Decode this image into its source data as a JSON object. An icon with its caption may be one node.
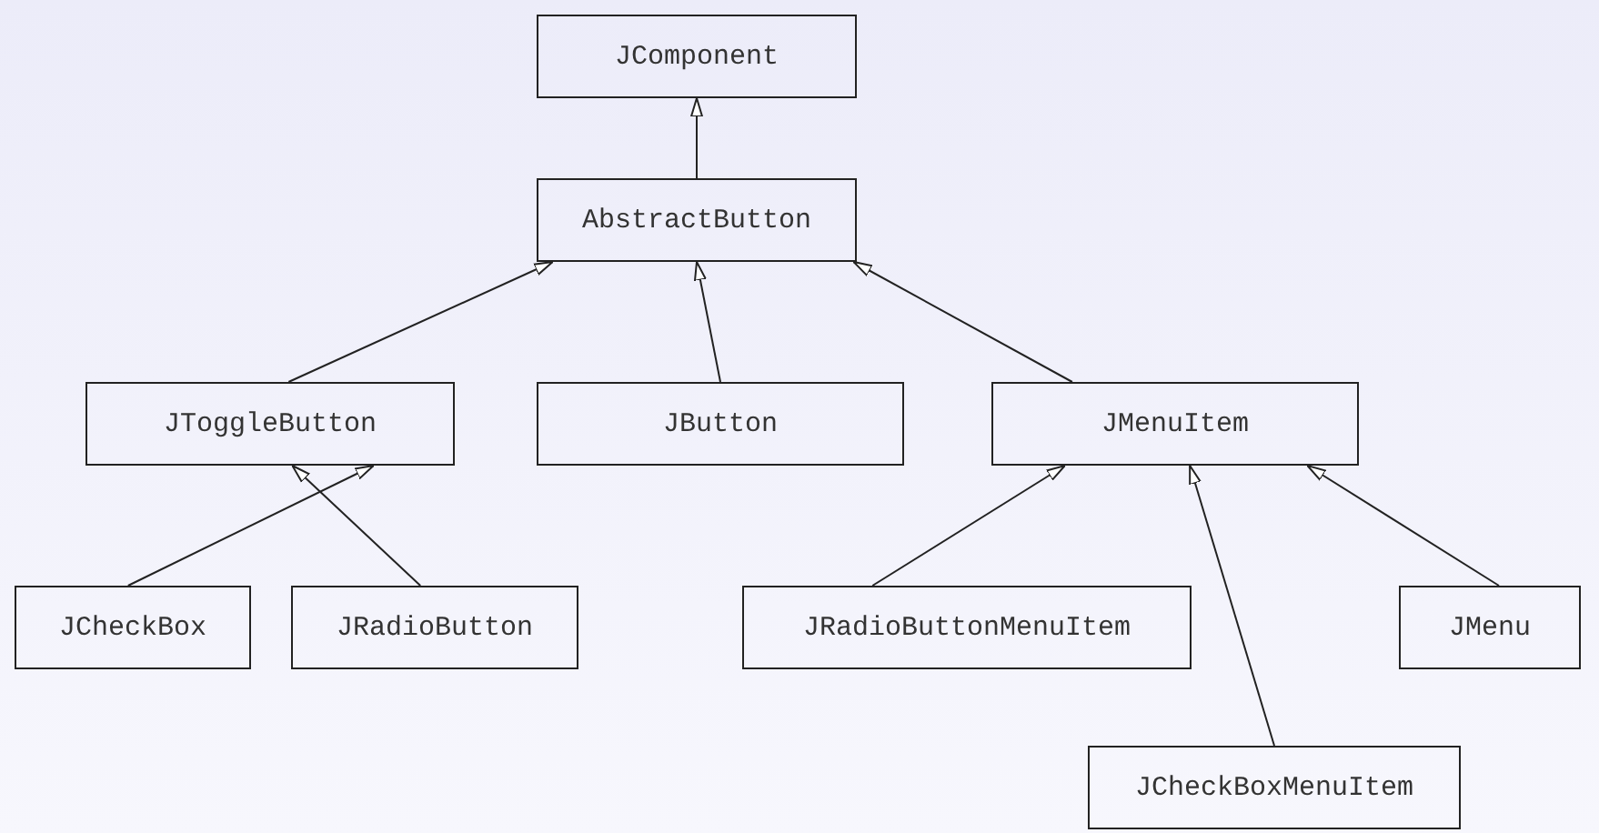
{
  "diagram": {
    "nodes": [
      {
        "text": [
          "JComponent"
        ]
      },
      {
        "text": [
          "AbstractButton"
        ]
      },
      {
        "text": [
          "JToggleButton"
        ]
      },
      {
        "text": [
          "JButton"
        ]
      },
      {
        "text": [
          "JMenuItem"
        ]
      },
      {
        "text": [
          "JCheckBox"
        ]
      },
      {
        "text": [
          "JRadioButton"
        ]
      },
      {
        "text": [
          "JRadioButtonMenuItem"
        ]
      },
      {
        "text": [
          "JMenu"
        ]
      },
      {
        "text": [
          "JCheckBoxMenuItem"
        ]
      }
    ],
    "edges": [
      {
        "from": 1,
        "to": 0,
        "arrow": "to"
      },
      {
        "from": 2,
        "to": 1,
        "arrow": "to"
      },
      {
        "from": 3,
        "to": 1,
        "arrow": "to"
      },
      {
        "from": 4,
        "to": 1,
        "arrow": "to"
      },
      {
        "from": 5,
        "to": 2,
        "arrow": "to"
      },
      {
        "from": 6,
        "to": 2,
        "arrow": "to"
      },
      {
        "from": 7,
        "to": 4,
        "arrow": "to"
      },
      {
        "from": 9,
        "to": 4,
        "arrow": "to"
      },
      {
        "from": 8,
        "to": 4,
        "arrow": "to"
      }
    ]
  }
}
